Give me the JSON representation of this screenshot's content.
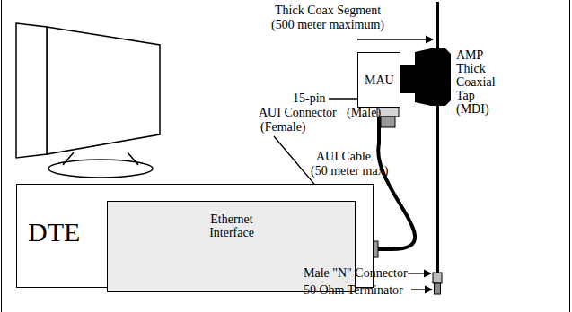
{
  "diagram": {
    "nodes": [
      {
        "text": [
          "DTE"
        ]
      },
      {
        "text": [
          "Ethernet Interface"
        ],
        "in": 0
      },
      {
        "text": [
          "MAU"
        ]
      }
    ],
    "edges": [
      {
        "from": 1,
        "to": 2,
        "arrow": "none"
      }
    ],
    "labels": [
      "Thick Coax Segment",
      "(500 meter maximum)",
      "15-pin",
      "AUI Connector",
      "(Male)",
      "(Female)",
      "AUI Cable",
      "(50 meter max)",
      "AMP Thick Coaxial Tap (MDI)",
      "Male \"N\" Connector",
      "50 Ohm Terminator"
    ]
  }
}
